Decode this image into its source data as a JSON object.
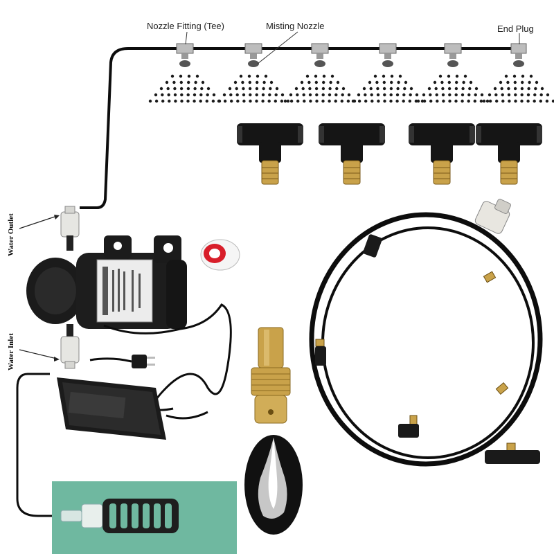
{
  "labels": {
    "nozzle_fitting": "Nozzle Fitting (Tee)",
    "misting_nozzle": "Misting Nozzle",
    "end_plug": "End Plug",
    "water_outlet": "Water Outlet",
    "water_inlet": "Water Inlet"
  },
  "colors": {
    "tube": "#0d0d0d",
    "brass": "#c9a24a",
    "fitting_silver": "#cfcfcf",
    "pump_body": "#1b1b1b",
    "filter_bg": "#6fb8a0",
    "mist": "#1a1a1a"
  },
  "icons": {
    "pump": "diaphragm-pump-icon",
    "adapter": "power-adapter-icon",
    "tape": "ptfe-tape-icon",
    "filter": "water-filter-icon",
    "ring": "misting-ring-icon",
    "nozzle": "brass-nozzle-icon"
  }
}
